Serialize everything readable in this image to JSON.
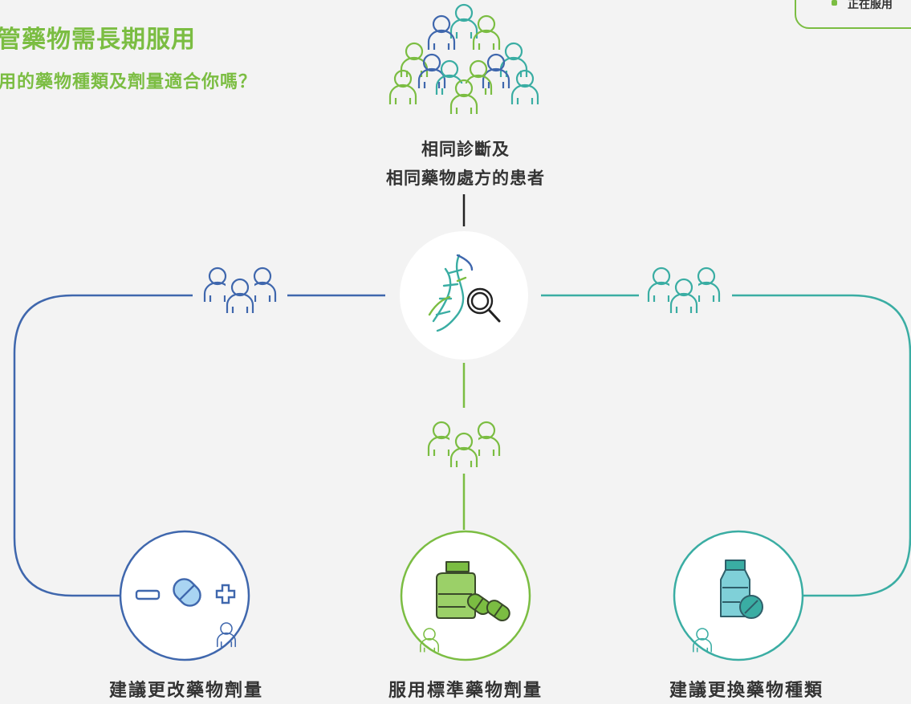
{
  "header": {
    "title": "管藥物需長期服用",
    "subtitle": "用的藥物種類及劑量適合你嗎？"
  },
  "legend": {
    "label": "正在服用"
  },
  "diagram": {
    "top_label_line1": "相同診斷及",
    "top_label_line2": "相同藥物處方的患者",
    "outcomes": [
      {
        "label": "建議更改藥物劑量",
        "color": "#3f67ad"
      },
      {
        "label": "服用標準藥物劑量",
        "color": "#7bbd42"
      },
      {
        "label": "建議更換藥物種類",
        "color": "#3aada3"
      }
    ]
  },
  "colors": {
    "blue": "#3f67ad",
    "green": "#7bbd42",
    "teal": "#3aada3",
    "background": "#f3f3f3"
  }
}
